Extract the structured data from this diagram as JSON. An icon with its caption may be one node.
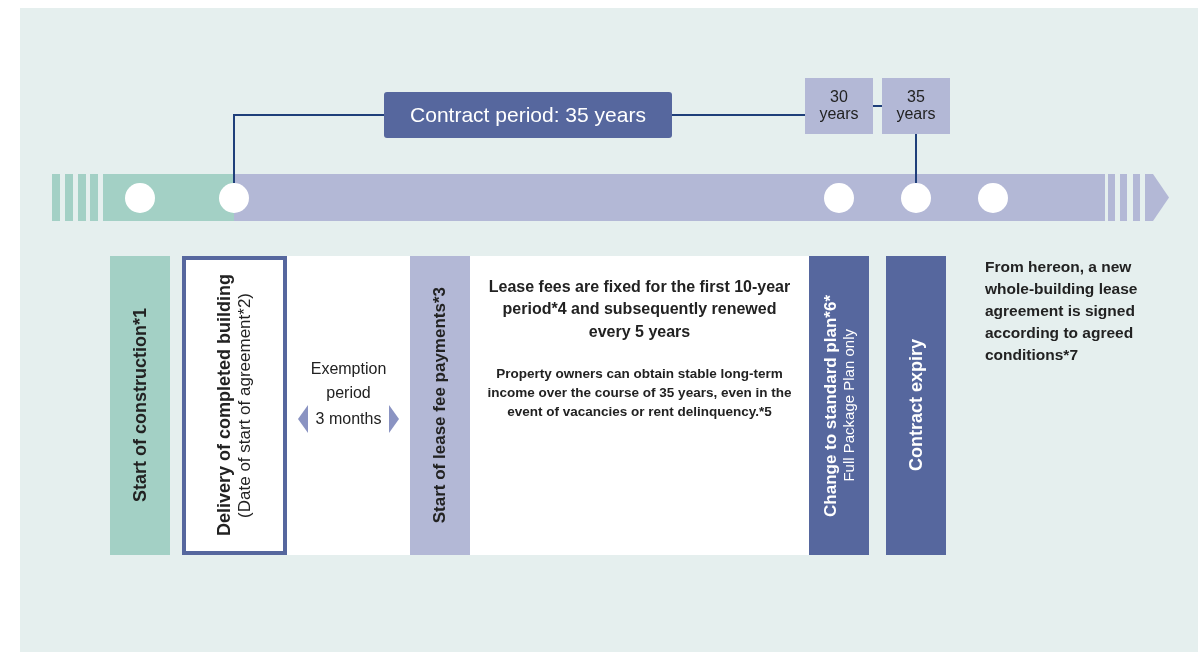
{
  "diagram": {
    "nodes": [
      {
        "text": [
          "Contract period: 35 years"
        ]
      },
      {
        "text": [
          "30 years"
        ]
      },
      {
        "text": [
          "35 years"
        ]
      },
      {
        "text": [],
        "shape": "circle"
      },
      {
        "text": [],
        "shape": "circle"
      },
      {
        "text": [],
        "shape": "circle"
      },
      {
        "text": [],
        "shape": "circle"
      },
      {
        "text": [],
        "shape": "circle"
      },
      {
        "text": [
          "Start of construction*1"
        ]
      },
      {
        "text": [
          "Delivery of completed building",
          "(Date of start of agreement*2)"
        ]
      },
      {
        "text": [
          "Exemption period",
          "3 months"
        ]
      },
      {
        "text": [
          "Start of lease fee payments*3"
        ]
      },
      {
        "text": [
          "Lease fees are fixed for the first 10-year period*4 and subsequently renewed every 5 years",
          "Property owners can obtain stable long-term income over the course of 35 years, even in the event of vacancies or rent delinquency.*5"
        ]
      },
      {
        "text": [
          "Change to standard plan*6*",
          "Full Package Plan only"
        ]
      },
      {
        "text": [
          "Contract expiry"
        ]
      }
    ],
    "edges": [
      {
        "from": 4,
        "to": 0,
        "arrow": "none"
      },
      {
        "from": 0,
        "to": 1,
        "arrow": "none"
      },
      {
        "from": 1,
        "to": 2,
        "arrow": "none"
      },
      {
        "from": 2,
        "to": 6,
        "arrow": "none"
      }
    ],
    "labels": [
      "From hereon, a new whole-building lease agreement is signed according to agreed conditions*7"
    ]
  }
}
